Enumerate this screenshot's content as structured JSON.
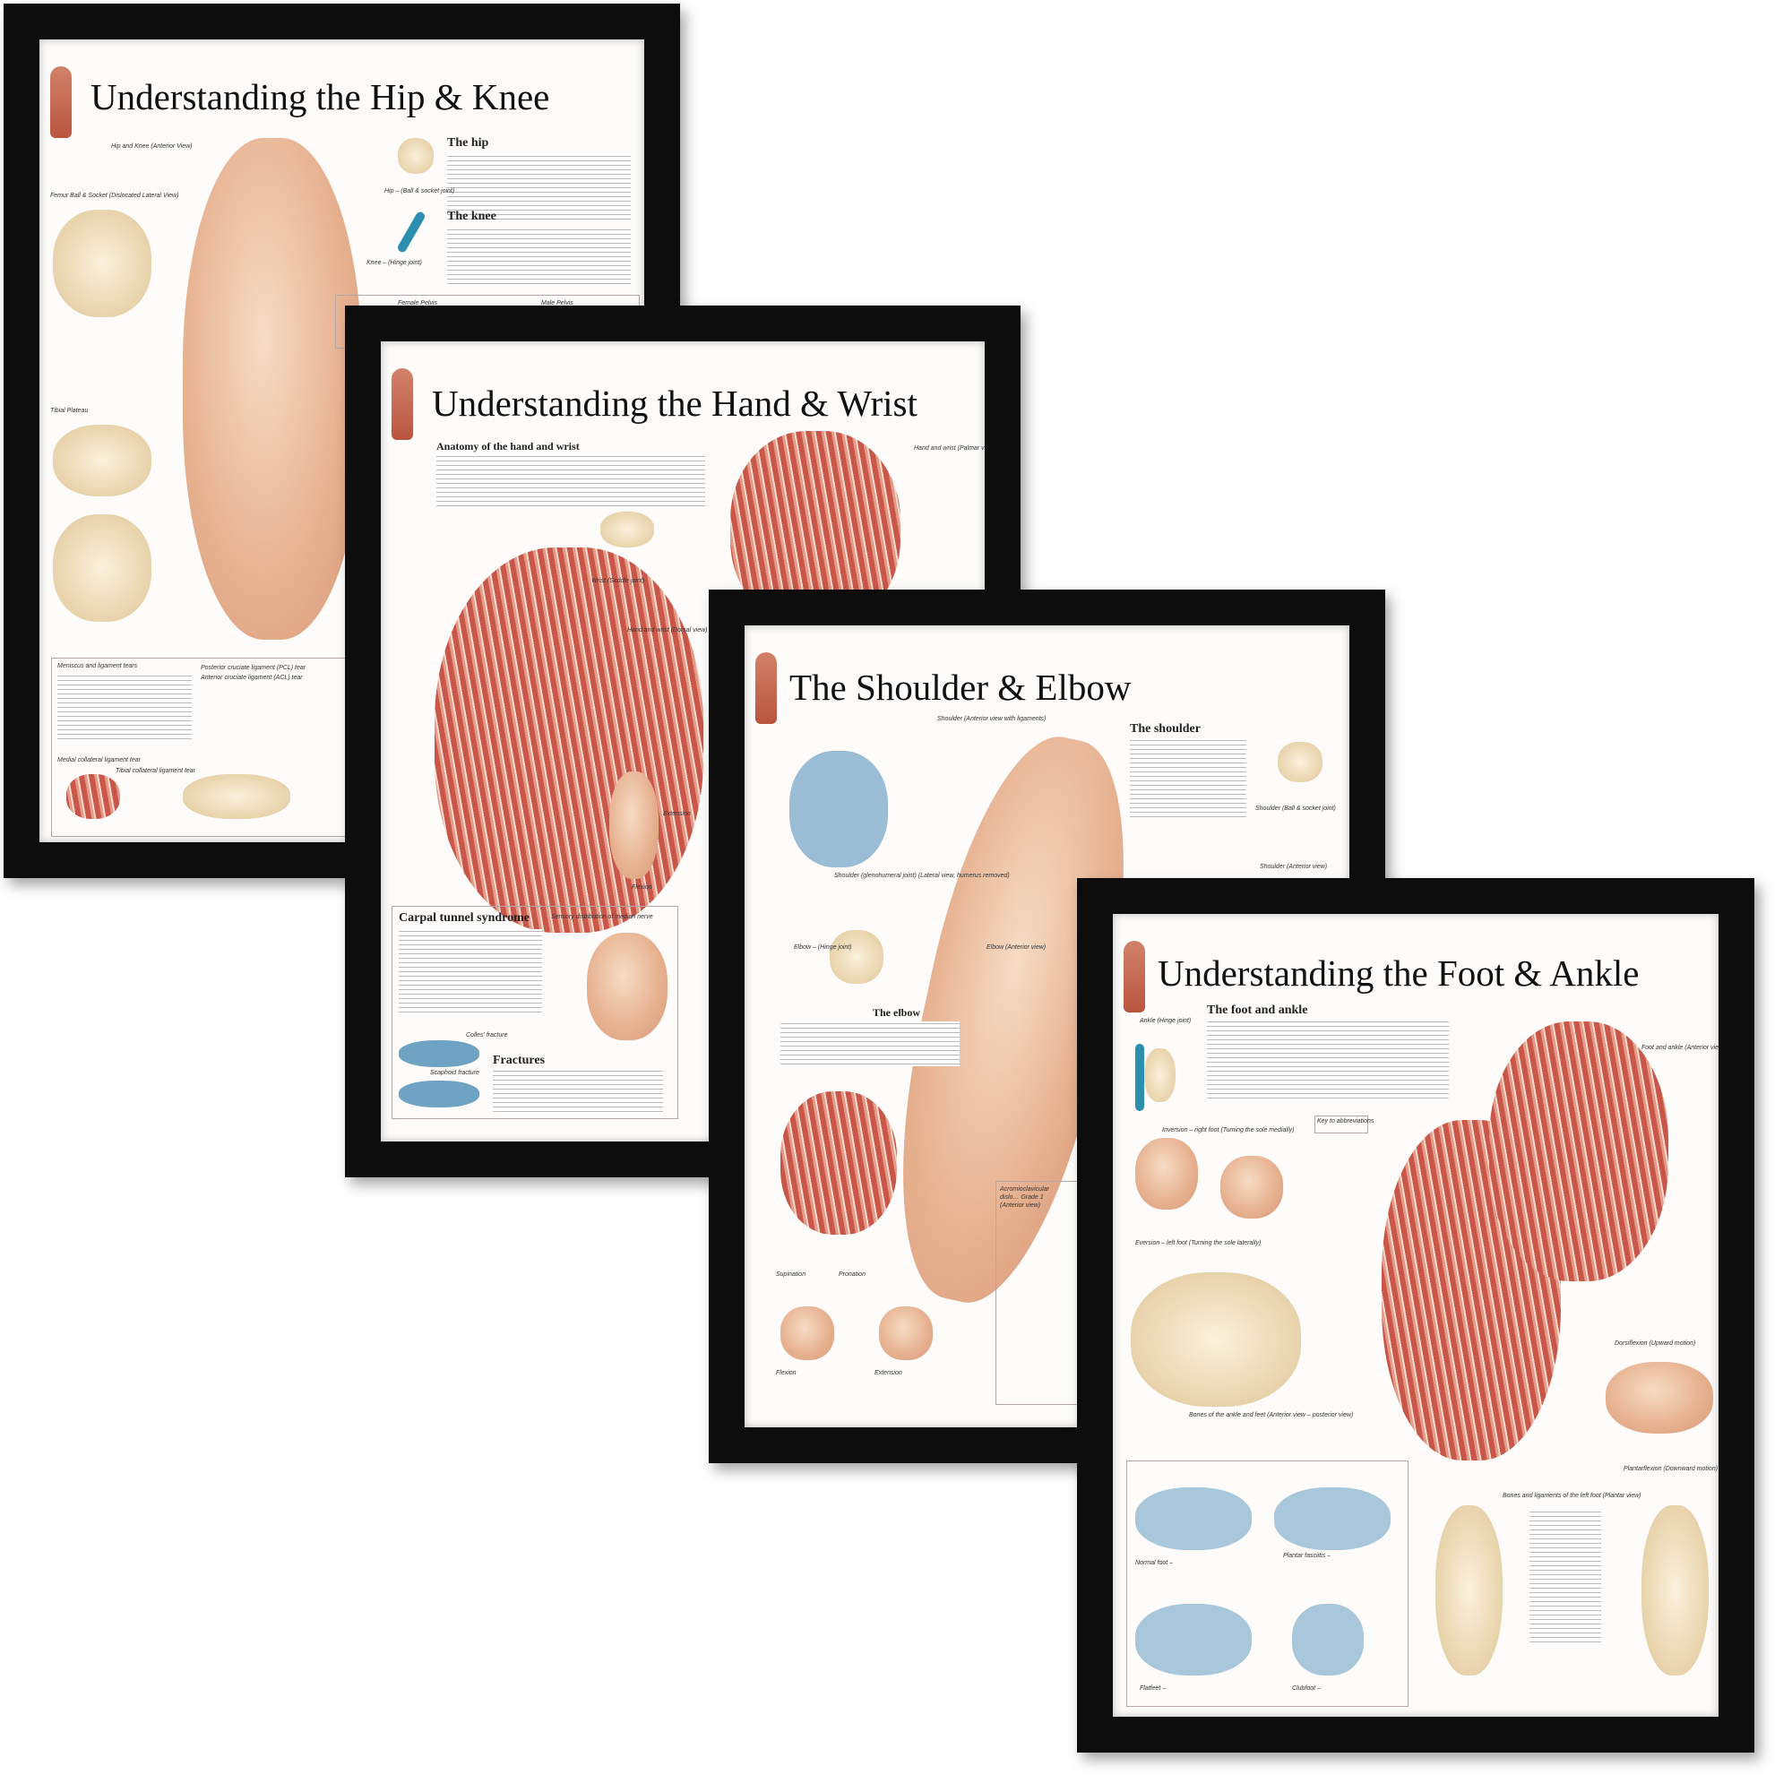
{
  "posters": [
    {
      "title": "Understanding the Hip & Knee",
      "labels": [
        "Hip and Knee (Anterior View)",
        "Femur Ball & Socket (Dislocated Lateral View)",
        "Tibial Plateau",
        "The hip",
        "The knee",
        "Hip – (Ball & socket joint)",
        "Knee – (Hinge joint)",
        "Female Pelvis",
        "Male Pelvis",
        "Meniscus and ligament tears",
        "Posterior cruciate ligament (PCL) tear",
        "Anterior cruciate ligament (ACL) tear",
        "Medial collateral ligament tear",
        "Tibial collateral ligament tear"
      ]
    },
    {
      "title": "Understanding the Hand & Wrist",
      "labels": [
        "Anatomy of the hand and wrist",
        "Hand and wrist (Palmar view)",
        "Wrist (Saddle joint)",
        "Hand and wrist (Dorsal view)",
        "Extension",
        "Flexion",
        "Carpal tunnel syndrome",
        "Sensory distribution of median nerve",
        "Colles' fracture",
        "Scaphoid fracture",
        "Fractures"
      ]
    },
    {
      "title": "The Shoulder & Elbow",
      "labels": [
        "Shoulder (Anterior view with ligaments)",
        "The shoulder",
        "Shoulder (Ball & socket joint)",
        "Shoulder (glenohumeral joint) (Lateral view, humerus removed)",
        "Elbow – (Hinge joint)",
        "The elbow",
        "Elbow (Anterior view)",
        "Supination",
        "Pronation",
        "Flexion",
        "Extension",
        "Acromioclavicular dislo… Grade 1 (Anterior view)",
        "Shoulder (Anterior view)"
      ]
    },
    {
      "title": "Understanding the Foot & Ankle",
      "labels": [
        "The foot and ankle",
        "Ankle (Hinge joint)",
        "Foot and ankle (Anterior view)",
        "Key to abbreviations",
        "Inversion – right foot (Turning the sole medially)",
        "Eversion – left foot (Turning the sole laterally)",
        "Bones of the ankle and feet (Anterior view – posterior view)",
        "Dorsiflexion (Upward motion)",
        "Plantarflexion (Downward motion)",
        "Normal foot –",
        "Plantar fasciitis –",
        "Flatfeet –",
        "Clubfoot –",
        "Bones and ligaments of the left foot (Plantar view)"
      ]
    }
  ],
  "colors": {
    "frame": "#0d0d0d",
    "mat": "#fdfcfa",
    "muscle": "#c8574a",
    "arrow": "#2d8fb0"
  }
}
